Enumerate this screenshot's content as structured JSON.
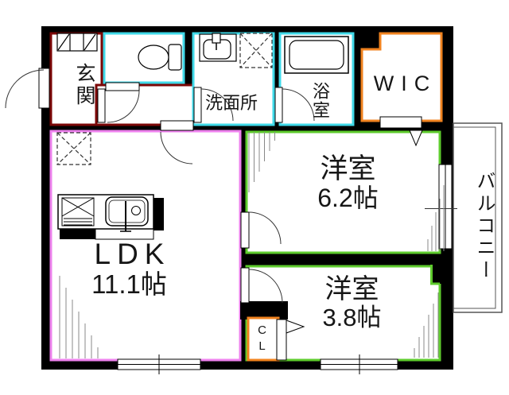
{
  "floorplan": {
    "rooms": {
      "entrance": {
        "name": "玄関"
      },
      "washroom": {
        "name": "洗面所"
      },
      "bath": {
        "name": "浴室"
      },
      "wic": {
        "name": "WIC"
      },
      "bedroom1": {
        "name": "洋室",
        "size": "6.2帖"
      },
      "bedroom2": {
        "name": "洋室",
        "size": "3.8帖"
      },
      "ldk": {
        "name": "LDK",
        "size": "11.1帖"
      },
      "closet": {
        "name": "CL"
      },
      "balcony": {
        "name": "バルコニー"
      }
    },
    "icons": [
      "toilet-icon",
      "bathtub-icon",
      "washbasin-icon",
      "washing-machine-space-icon",
      "refrigerator-space-icon",
      "kitchen-stove-icon",
      "kitchen-sink-icon",
      "shoe-cabinet-icon",
      "door-swing-arc-icon",
      "folding-door-triangle-icon"
    ],
    "colors": {
      "wall": "#000000",
      "entrance_border": "#7b0606",
      "wet_area_border": "#3fd9e8",
      "closet_border": "#f0821e",
      "ldk_border": "#ee82ee",
      "bedroom_border": "#5ecb2d",
      "balcony_line": "#555555",
      "hatch_line": "#888888",
      "background": "#ffffff"
    }
  }
}
